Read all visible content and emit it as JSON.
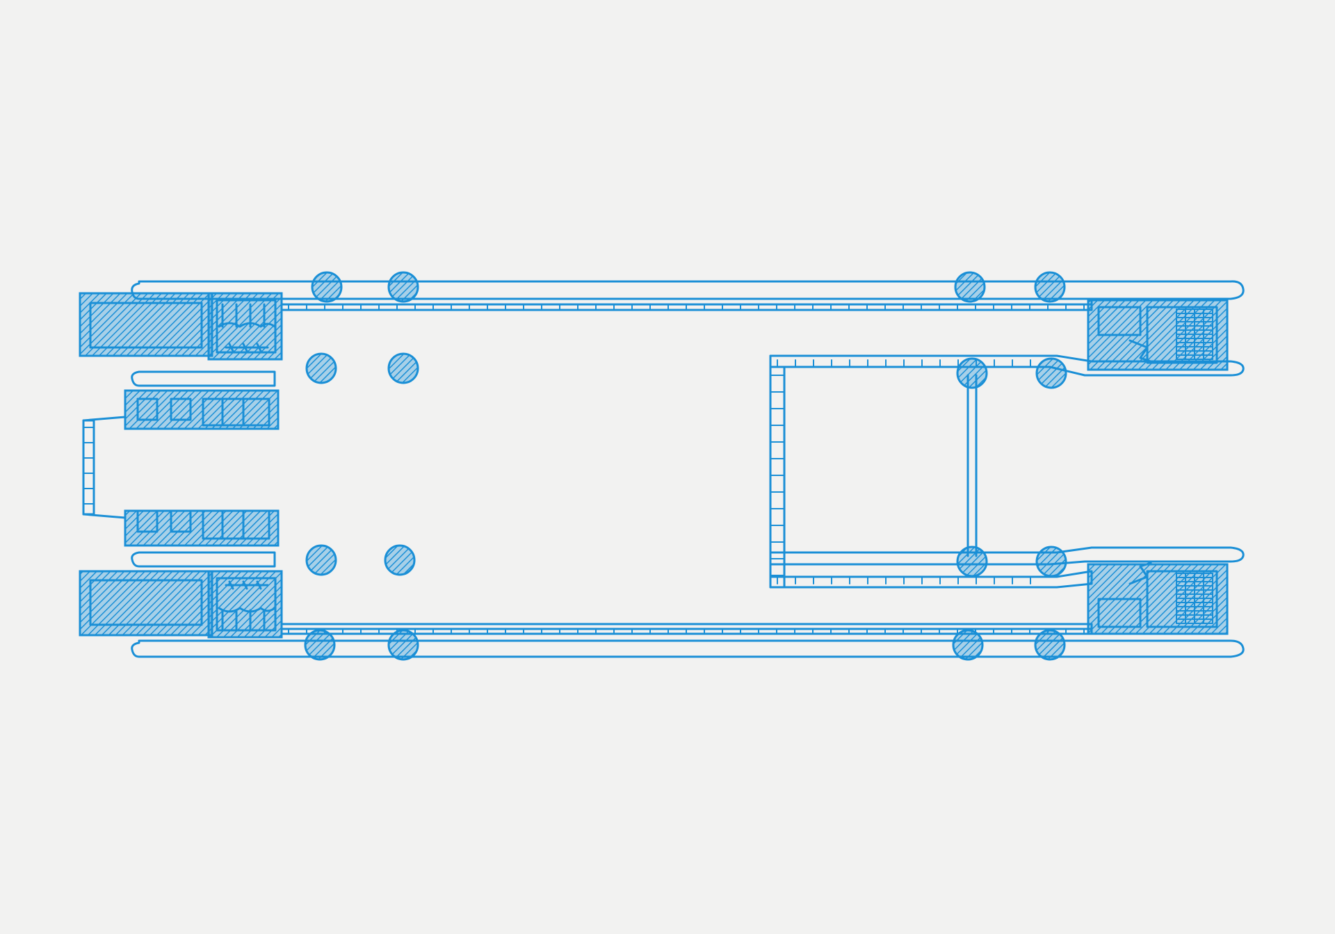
{
  "drawing": {
    "kind": "hand-drawn floor plan sketch",
    "ink_color": "#1a8fd6",
    "paper_color": "#f2f2f1",
    "labels": []
  },
  "components": {
    "columns": "columns",
    "walls": "walls",
    "stairs": "stairs",
    "rooms": "rooms",
    "walkways": "walkways"
  }
}
